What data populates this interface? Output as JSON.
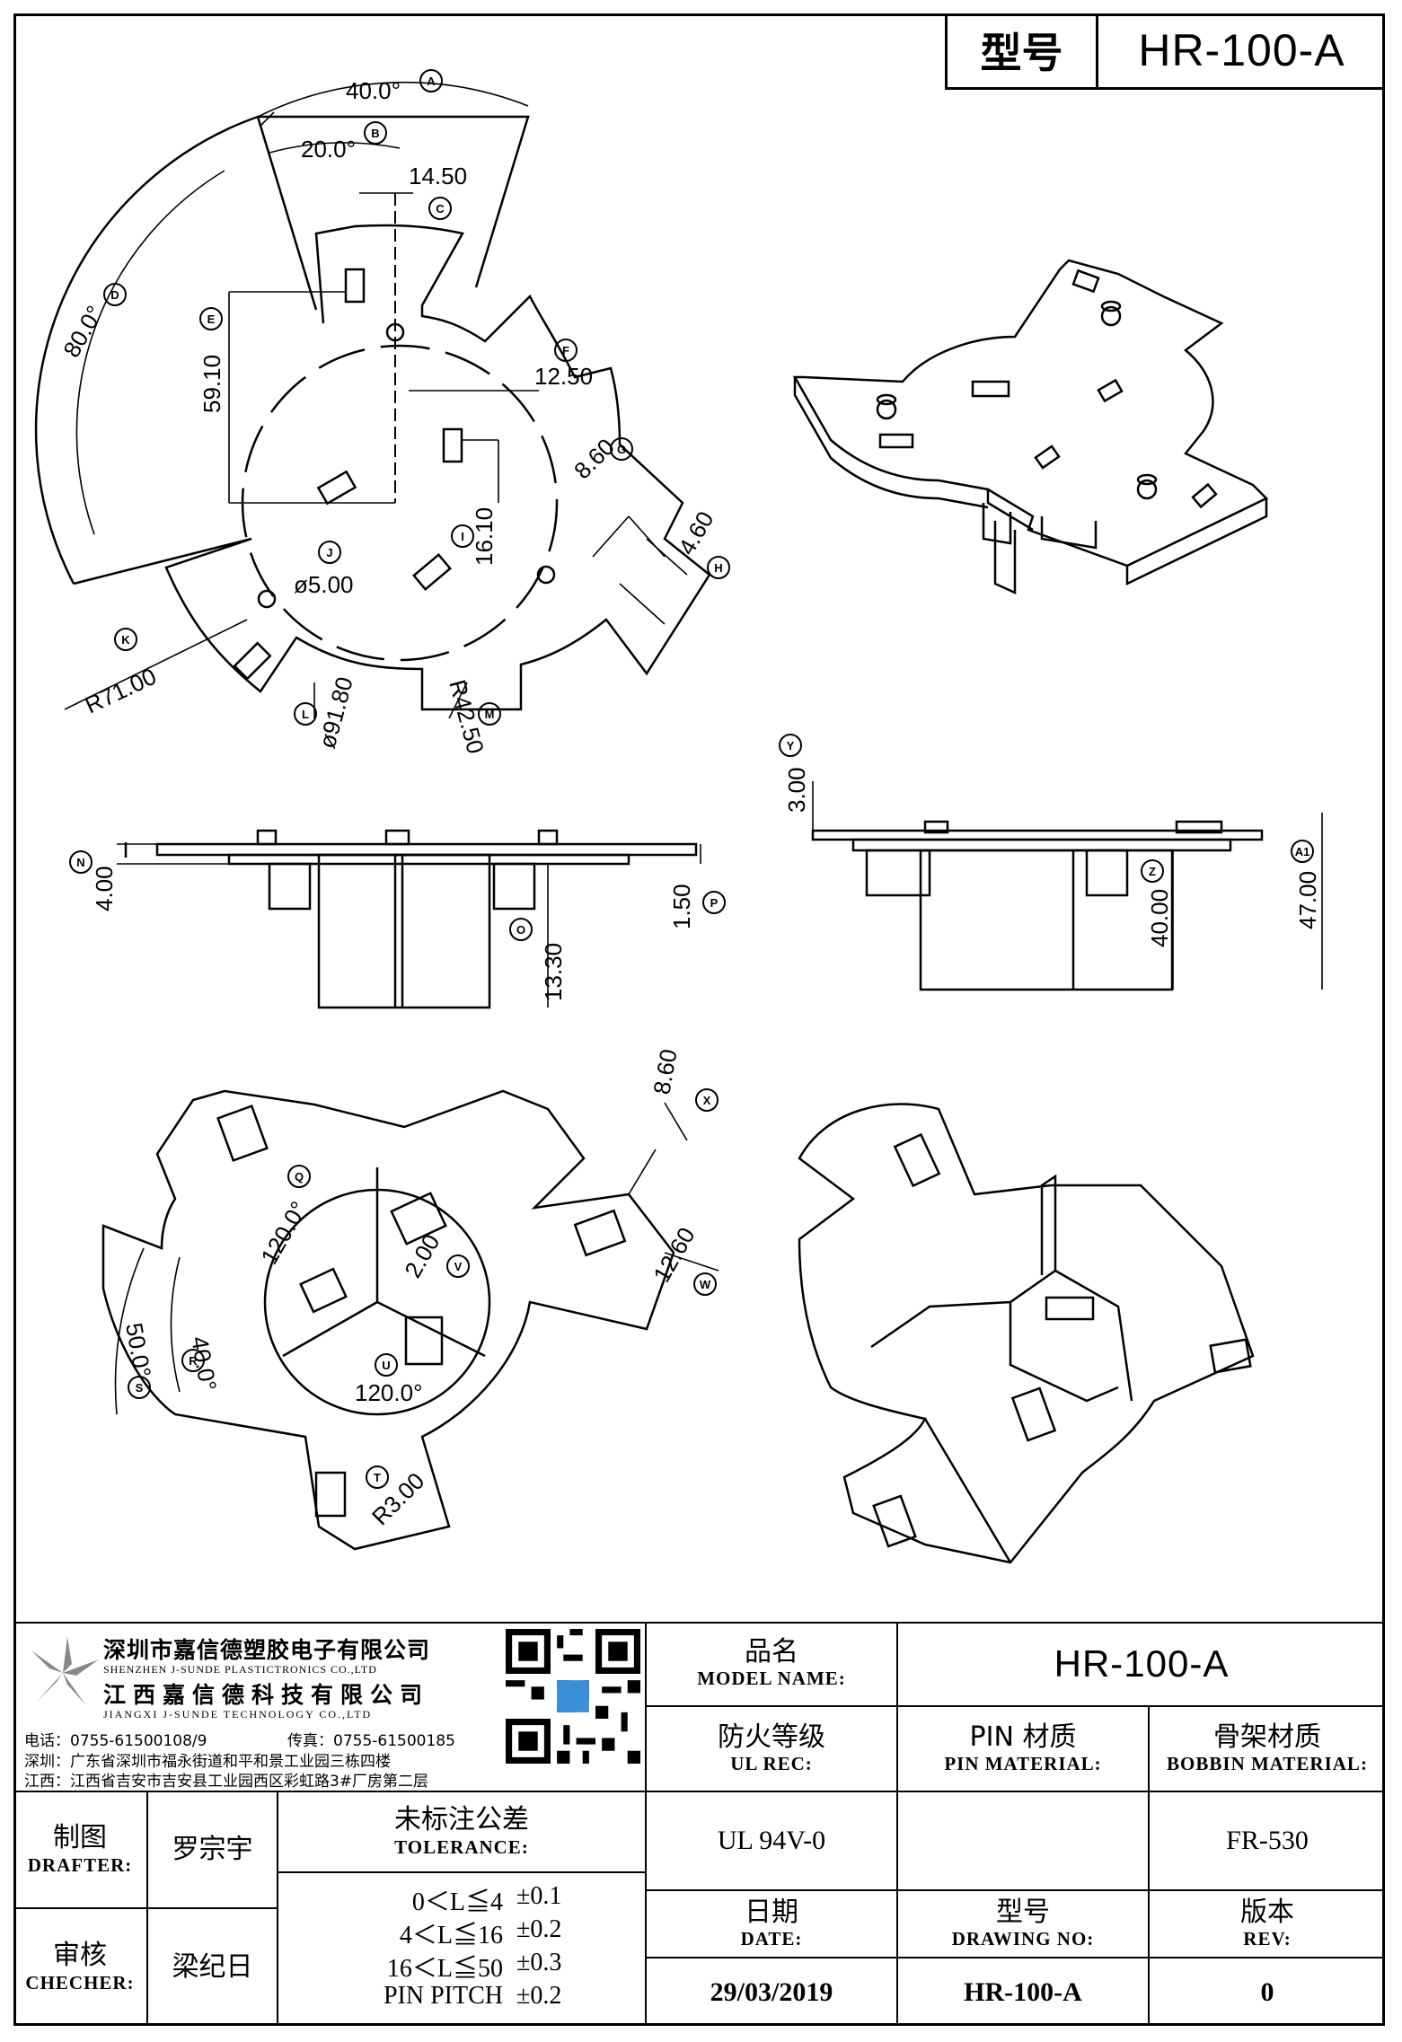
{
  "header": {
    "model_label": "型号",
    "model_value": "HR-100-A"
  },
  "callouts": [
    {
      "letter": "A",
      "text": "40.0°"
    },
    {
      "letter": "B",
      "text": "20.0°"
    },
    {
      "letter": "C",
      "text": "14.50"
    },
    {
      "letter": "D",
      "text": "80.0°"
    },
    {
      "letter": "E",
      "text": "59.10"
    },
    {
      "letter": "F",
      "text": "12.50"
    },
    {
      "letter": "G",
      "text": "8.60"
    },
    {
      "letter": "H",
      "text": "4.60"
    },
    {
      "letter": "I",
      "text": "16.10"
    },
    {
      "letter": "J",
      "text": "ø5.00"
    },
    {
      "letter": "K",
      "text": "R71.00"
    },
    {
      "letter": "L",
      "text": "ø91.80"
    },
    {
      "letter": "M",
      "text": "R42.50"
    },
    {
      "letter": "N",
      "text": "4.00"
    },
    {
      "letter": "O",
      "text": "13.30"
    },
    {
      "letter": "P",
      "text": "1.50"
    },
    {
      "letter": "Y",
      "text": "3.00"
    },
    {
      "letter": "Z",
      "text": "40.00"
    },
    {
      "letter": "A1",
      "text": "47.00"
    },
    {
      "letter": "X",
      "text": "8.60"
    },
    {
      "letter": "W",
      "text": "12.60"
    },
    {
      "letter": "Q",
      "text": "120.0°"
    },
    {
      "letter": "V",
      "text": "2.00"
    },
    {
      "letter": "R",
      "text": "40.0°"
    },
    {
      "letter": "S",
      "text": "50.0°"
    },
    {
      "letter": "U",
      "text": "120.0°"
    },
    {
      "letter": "T",
      "text": "R3.00"
    }
  ],
  "title_block": {
    "company_sz_cn": "深圳市嘉信德塑胶电子有限公司",
    "company_sz_en": "SHENZHEN J-SUNDE PLASTICTRONICS CO.,LTD",
    "company_jx_cn": "江西嘉信德科技有限公司",
    "company_jx_en": "JIANGXI J-SUNDE TECHNOLOGY CO.,LTD",
    "phone": "电话：0755-61500108/9",
    "fax": "传真：0755-61500185",
    "addr_sz": "深圳：广东省深圳市福永街道和平和景工业园三栋四楼",
    "addr_jx": "江西：江西省吉安市吉安县工业园西区彩虹路3#厂房第二层",
    "model_name_cn": "品名",
    "model_name_en": "MODEL NAME:",
    "model_name_value": "HR-100-A",
    "ul_cn": "防火等级",
    "ul_en": "UL REC:",
    "pin_cn": "PIN 材质",
    "pin_en": "PIN MATERIAL:",
    "bobbin_cn": "骨架材质",
    "bobbin_en": "BOBBIN MATERIAL:",
    "drafter_cn": "制图",
    "drafter_en": "DRAFTER:",
    "drafter_value": "罗宗宇",
    "checker_cn": "审核",
    "checker_en": "CHECHER:",
    "checker_value": "梁纪日",
    "tol_cn": "未标注公差",
    "tol_en": "TOLERANCE:",
    "tolerances": [
      {
        "range": "0＜L≦4",
        "value": "±0.1"
      },
      {
        "range": "4＜L≦16",
        "value": "±0.2"
      },
      {
        "range": "16＜L≦50",
        "value": "±0.3"
      },
      {
        "range": "PIN PITCH",
        "value": "±0.2"
      }
    ],
    "ul_value": "UL 94V-0",
    "pin_value": "",
    "bobbin_value": "FR-530",
    "date_cn": "日期",
    "date_en": "DATE:",
    "date_value": "29/03/2019",
    "drawing_cn": "型号",
    "drawing_en": "DRAWING NO:",
    "drawing_value": "HR-100-A",
    "rev_cn": "版本",
    "rev_en": "REV:",
    "rev_value": "0"
  }
}
